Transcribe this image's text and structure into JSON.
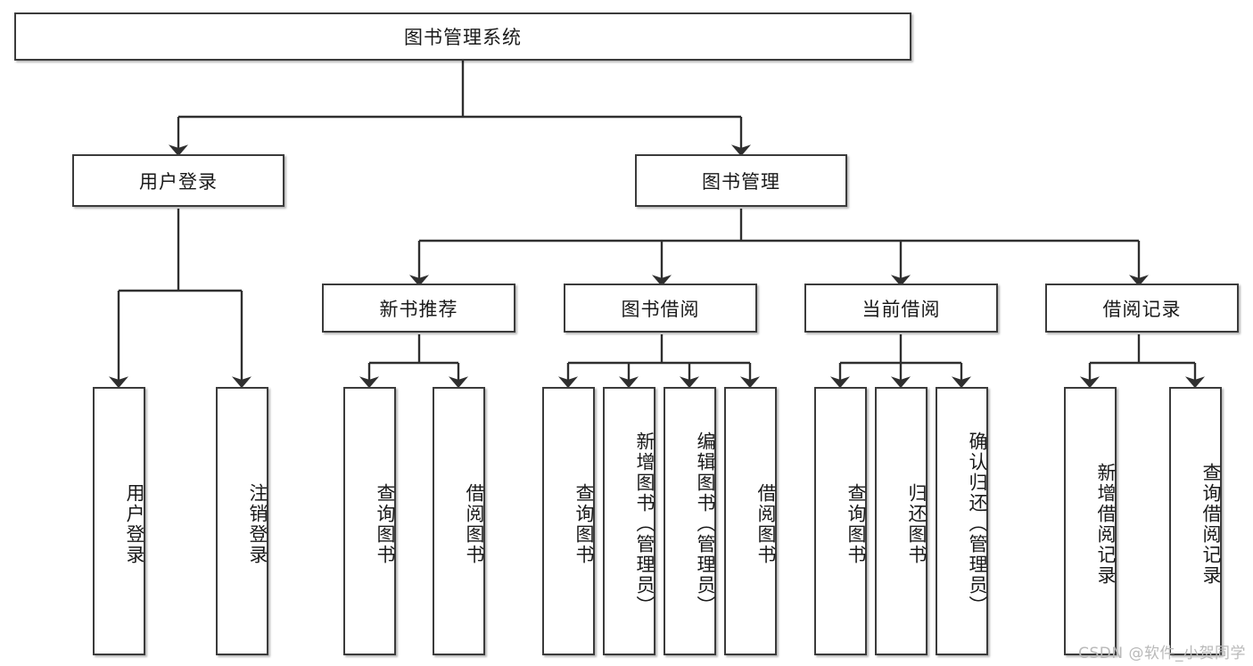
{
  "diagram": {
    "title": "图书管理系统",
    "type": "tree",
    "watermark": "CSDN @软件_小贺同学",
    "colors": {
      "border": "#3b3b3b",
      "line": "#2f2f2f",
      "background": "#ffffff",
      "text": "#1a1a1a",
      "watermark": "#b9b9b9"
    },
    "nodes": {
      "root": {
        "label": "图书管理系统",
        "orientation": "horizontal",
        "level": 0
      },
      "user_login": {
        "label": "用户登录",
        "orientation": "horizontal",
        "level": 1
      },
      "book_manage": {
        "label": "图书管理",
        "orientation": "horizontal",
        "level": 1
      },
      "new_book_rec": {
        "label": "新书推荐",
        "orientation": "horizontal",
        "level": 2
      },
      "book_borrow": {
        "label": "图书借阅",
        "orientation": "horizontal",
        "level": 2
      },
      "current_borrow": {
        "label": "当前借阅",
        "orientation": "horizontal",
        "level": 2
      },
      "borrow_record": {
        "label": "借阅记录",
        "orientation": "horizontal",
        "level": 2
      },
      "leaf_user_login": {
        "label": "用户登录",
        "orientation": "vertical",
        "level": 2
      },
      "leaf_logout": {
        "label": "注销登录",
        "orientation": "vertical",
        "level": 2
      },
      "leaf_query_book_1": {
        "label": "查询图书",
        "orientation": "vertical",
        "level": 3
      },
      "leaf_borrow_book_1": {
        "label": "借阅图书",
        "orientation": "vertical",
        "level": 3
      },
      "leaf_query_book_2": {
        "label": "查询图书",
        "orientation": "vertical",
        "level": 3
      },
      "leaf_add_book": {
        "label": "新增图书（管理员）",
        "orientation": "vertical",
        "level": 3
      },
      "leaf_edit_book": {
        "label": "编辑图书（管理员）",
        "orientation": "vertical",
        "level": 3
      },
      "leaf_borrow_book_2": {
        "label": "借阅图书",
        "orientation": "vertical",
        "level": 3
      },
      "leaf_query_book_3": {
        "label": "查询图书",
        "orientation": "vertical",
        "level": 3
      },
      "leaf_return_book": {
        "label": "归还图书",
        "orientation": "vertical",
        "level": 3
      },
      "leaf_confirm_return": {
        "label": "确认归还（管理员）",
        "orientation": "vertical",
        "level": 3
      },
      "leaf_add_record": {
        "label": "新增借阅记录",
        "orientation": "vertical",
        "level": 3
      },
      "leaf_query_record": {
        "label": "查询借阅记录",
        "orientation": "vertical",
        "level": 3
      }
    },
    "edges": [
      {
        "from": "root",
        "to": "user_login"
      },
      {
        "from": "root",
        "to": "book_manage"
      },
      {
        "from": "user_login",
        "to": "leaf_user_login"
      },
      {
        "from": "user_login",
        "to": "leaf_logout"
      },
      {
        "from": "book_manage",
        "to": "new_book_rec"
      },
      {
        "from": "book_manage",
        "to": "book_borrow"
      },
      {
        "from": "book_manage",
        "to": "current_borrow"
      },
      {
        "from": "book_manage",
        "to": "borrow_record"
      },
      {
        "from": "new_book_rec",
        "to": "leaf_query_book_1"
      },
      {
        "from": "new_book_rec",
        "to": "leaf_borrow_book_1"
      },
      {
        "from": "book_borrow",
        "to": "leaf_query_book_2"
      },
      {
        "from": "book_borrow",
        "to": "leaf_add_book"
      },
      {
        "from": "book_borrow",
        "to": "leaf_edit_book"
      },
      {
        "from": "book_borrow",
        "to": "leaf_borrow_book_2"
      },
      {
        "from": "current_borrow",
        "to": "leaf_query_book_3"
      },
      {
        "from": "current_borrow",
        "to": "leaf_return_book"
      },
      {
        "from": "current_borrow",
        "to": "leaf_confirm_return"
      },
      {
        "from": "borrow_record",
        "to": "leaf_add_record"
      },
      {
        "from": "borrow_record",
        "to": "leaf_query_record"
      }
    ]
  }
}
